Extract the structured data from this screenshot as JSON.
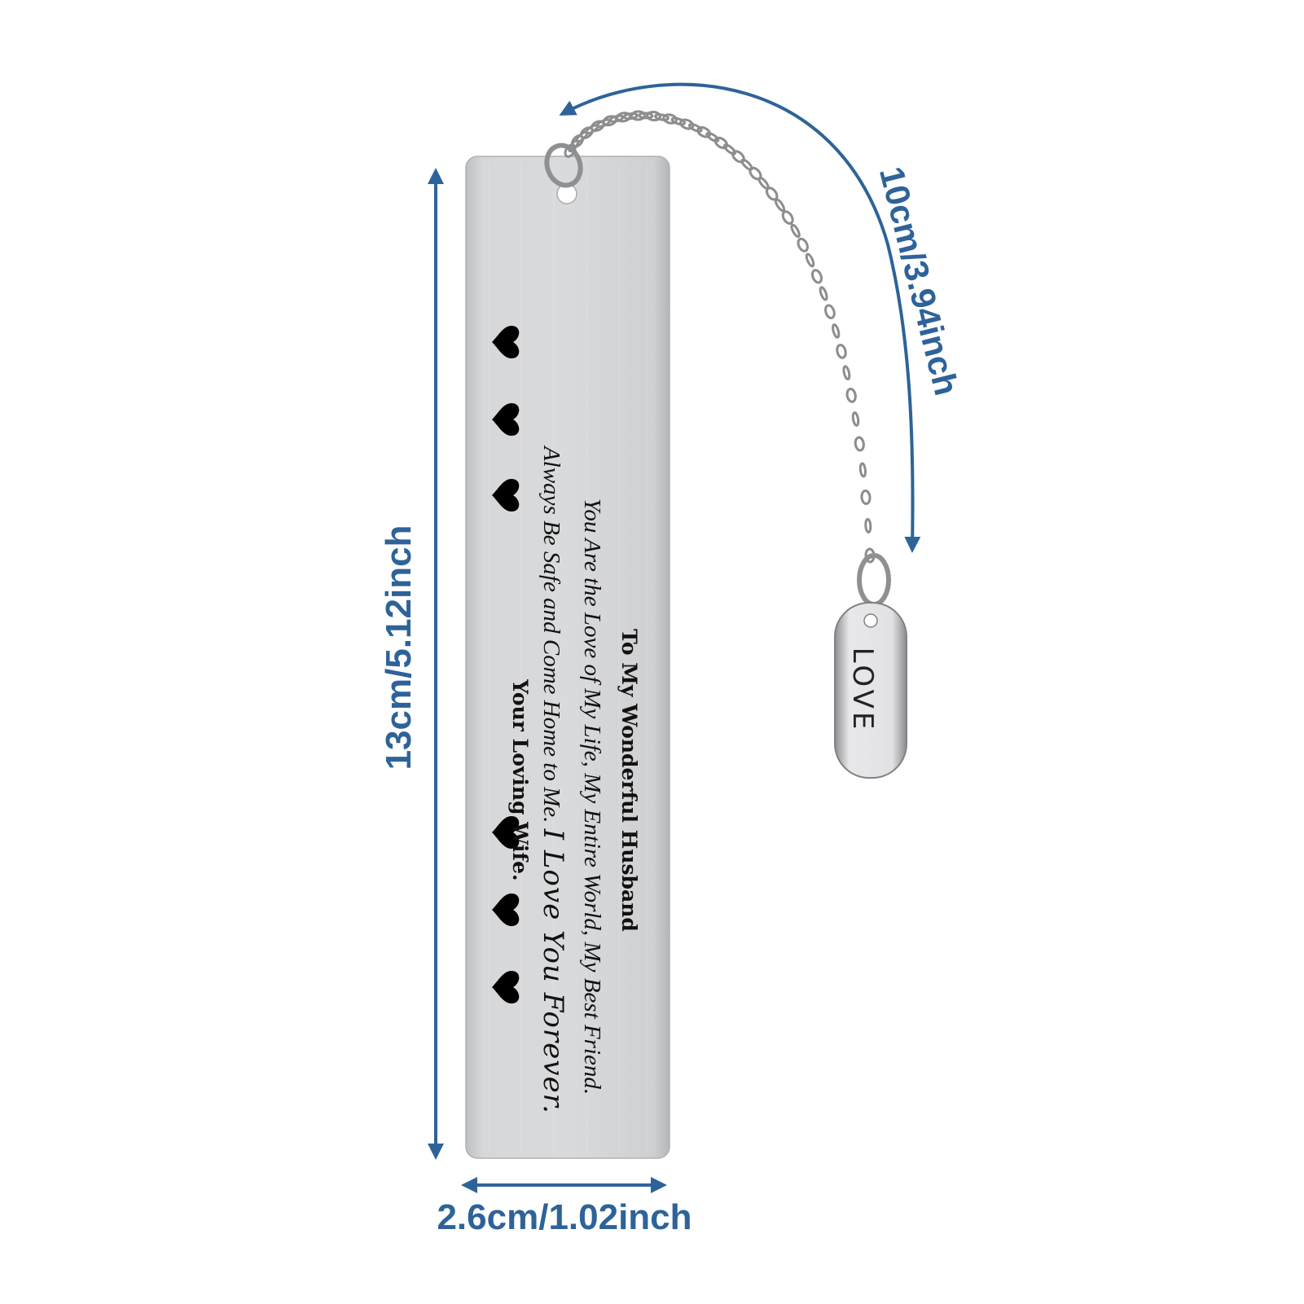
{
  "dimensions": {
    "height": "13cm/5.12inch",
    "width": "2.6cm/1.02inch",
    "chain": "10cm/3.94inch"
  },
  "engraving": {
    "title": "To My Wonderful Husband",
    "line1": "You Are the Love of My Life, My Entire World, My Best Friend.",
    "line2_start": "Always Be Safe and Come Home to Me. ",
    "line2_script": "I Love You Forever.",
    "signature": "Your Loving Wife."
  },
  "tag": {
    "text": "LOVE",
    "heart_glyph": "heart-icon"
  },
  "colors": {
    "dimension": "#2e6399",
    "metal": "#d3d4d6",
    "engraving": "#111111"
  }
}
